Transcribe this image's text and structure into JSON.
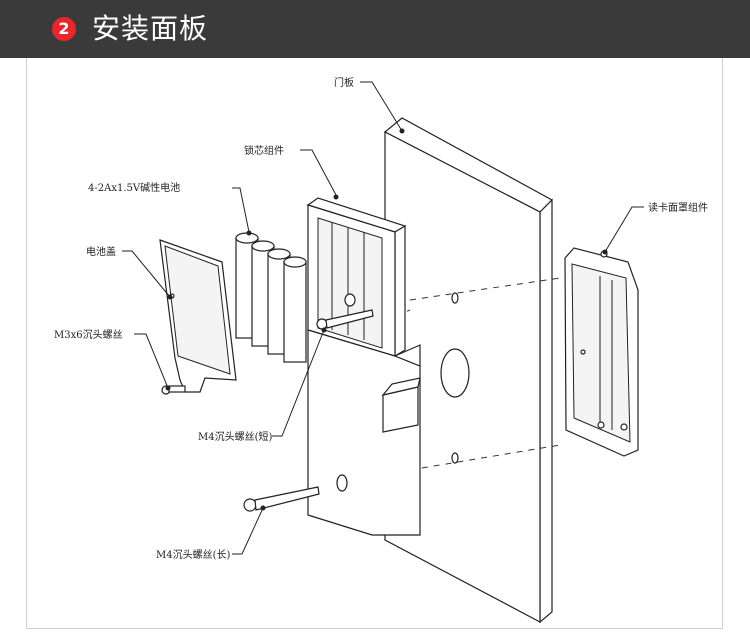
{
  "header": {
    "step_number": "2",
    "title": "安装面板",
    "bg_color": "#3a3a3a",
    "badge_color": "#e8262c"
  },
  "labels": {
    "door_panel": "门板",
    "lock_core_assembly": "锁芯组件",
    "batteries": "4-2Ax1.5V碱性电池",
    "battery_cover": "电池盖",
    "screw_m3": "M3x6沉头螺丝",
    "screw_m4_short": "M4沉头螺丝(短)",
    "screw_m4_long": "M4沉头螺丝(长)",
    "card_reader_cover": "读卡面罩组件"
  }
}
